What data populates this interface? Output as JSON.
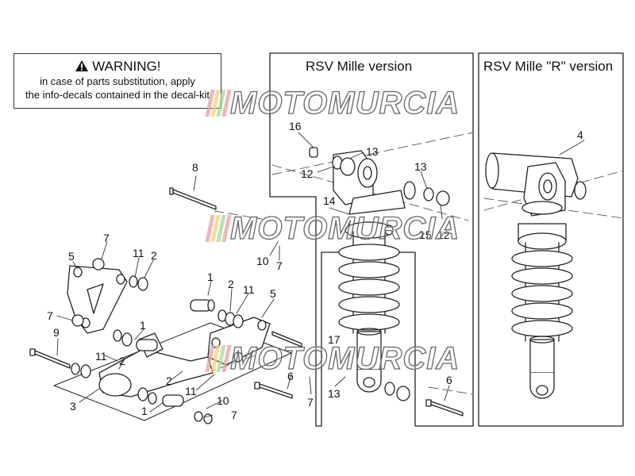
{
  "warning": {
    "title": "WARNING!",
    "line1": "in case of parts substitution, apply",
    "line2": "the info-decals contained in the decal-kit"
  },
  "panels": {
    "rsv_mille": "RSV Mille version",
    "rsv_mille_r": "RSV Mille \"R\" version"
  },
  "watermark": {
    "text": "MOTOMURCIA",
    "colors": [
      "#e8a0a0",
      "#f2d27a",
      "#a8d8a0",
      "#e8a0a0"
    ]
  },
  "callouts": [
    "16",
    "13",
    "12",
    "13",
    "14",
    "7",
    "10",
    "12",
    "15",
    "4",
    "8",
    "7",
    "5",
    "11",
    "2",
    "1",
    "2",
    "11",
    "5",
    "7",
    "9",
    "11",
    "1",
    "2",
    "3",
    "17",
    "13",
    "7",
    "6",
    "6",
    "2",
    "11",
    "10",
    "1",
    "7"
  ]
}
